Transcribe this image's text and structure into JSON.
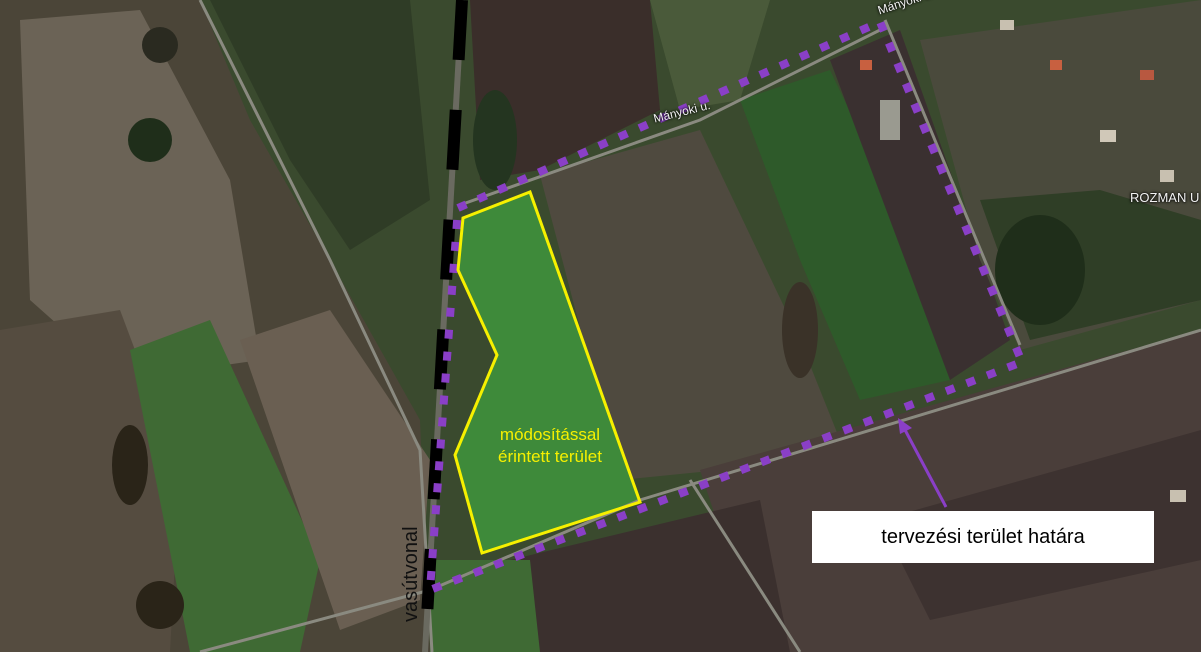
{
  "map": {
    "street_labels": [
      "Mányoki u.",
      "Mányoki u.",
      "ROZMAN U"
    ],
    "area_label": [
      "módosítással",
      "érintett terület"
    ],
    "railway_label": "vasútvonal",
    "boundary_callout": "tervezési terület határa"
  },
  "colors": {
    "boundary": "#8a3fc7",
    "affected_area_outline": "#f6f000",
    "area_label_text": "#f6f000",
    "railway": "#000000"
  }
}
